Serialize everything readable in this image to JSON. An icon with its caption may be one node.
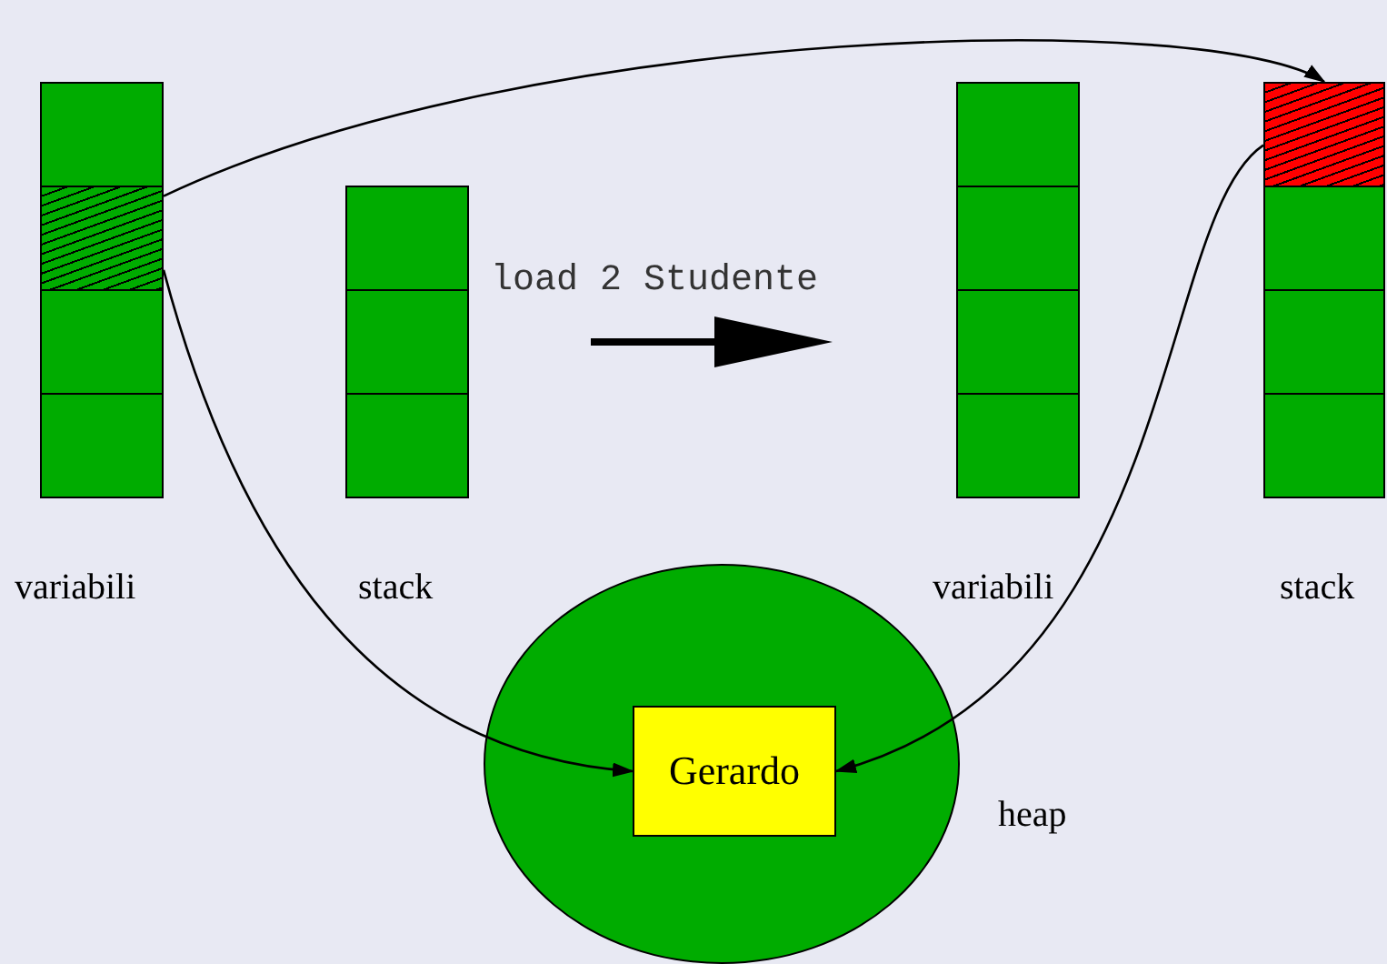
{
  "diagram": {
    "nodes": [
      {
        "text": [],
        "shape": "bar",
        "beside": [
          "variabili"
        ]
      },
      {
        "text": [],
        "shape": "box",
        "in": 0
      },
      {
        "text": [],
        "shape": "box",
        "in": 0
      },
      {
        "text": [],
        "shape": "box",
        "in": 0
      },
      {
        "text": [],
        "shape": "box",
        "in": 0
      },
      {
        "text": [],
        "shape": "bar",
        "beside": [
          "stack"
        ]
      },
      {
        "text": [],
        "shape": "box",
        "in": 5
      },
      {
        "text": [],
        "shape": "box",
        "in": 5
      },
      {
        "text": [],
        "shape": "box",
        "in": 5
      },
      {
        "text": [],
        "shape": "bar",
        "beside": [
          "variabili"
        ]
      },
      {
        "text": [],
        "shape": "box",
        "in": 9
      },
      {
        "text": [],
        "shape": "box",
        "in": 9
      },
      {
        "text": [],
        "shape": "box",
        "in": 9
      },
      {
        "text": [],
        "shape": "box",
        "in": 9
      },
      {
        "text": [],
        "shape": "bar",
        "beside": [
          "stack"
        ]
      },
      {
        "text": [],
        "shape": "box",
        "in": 14
      },
      {
        "text": [],
        "shape": "box",
        "in": 14
      },
      {
        "text": [],
        "shape": "box",
        "in": 14
      },
      {
        "text": [],
        "shape": "box",
        "in": 14
      },
      {
        "text": [],
        "shape": "ellipse",
        "beside": [
          "heap"
        ]
      },
      {
        "text": [
          "Gerardo"
        ],
        "in": 19
      }
    ],
    "edges": [
      {
        "from": 2,
        "to": 20,
        "arrow": "to"
      },
      {
        "from": 2,
        "to": 15,
        "arrow": "to"
      },
      {
        "from": 15,
        "to": 20,
        "arrow": "to"
      }
    ],
    "labels": [
      "load 2 Studente"
    ]
  }
}
